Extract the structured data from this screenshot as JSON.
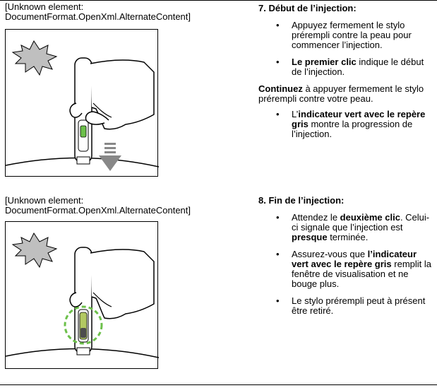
{
  "row1": {
    "unknown_text": "[Unknown element:\nDocumentFormat.OpenXml.AlternateContent]",
    "title": "7. Début de l’injection:",
    "bullets_a": [
      {
        "parts": [
          "Appuyez fermement le stylo prérempli contre la peau pour commencer l’injection."
        ],
        "bold": []
      },
      {
        "parts": [
          "Le premier clic",
          " indique le début de l’injection."
        ],
        "bold": [
          0
        ]
      }
    ],
    "paragraph": {
      "bold": "Continuez",
      "rest": " à appuyer fermement le stylo prérempli contre votre peau."
    },
    "bullets_b": [
      {
        "parts": [
          "L’",
          "indicateur vert avec le repère gris",
          " montre la progression de l’injection."
        ],
        "bold": [
          1
        ]
      }
    ]
  },
  "row2": {
    "unknown_text": "[Unknown element:\nDocumentFormat.OpenXml.AlternateContent]",
    "title": "8. Fin de l’injection:",
    "bullets": [
      {
        "parts": [
          "Attendez le ",
          "deuxième clic",
          ". Celui-ci signale que l’injection est ",
          "presque",
          " terminée."
        ],
        "bold": [
          1,
          3
        ]
      },
      {
        "parts": [
          "Assurez-vous que ",
          "l’indicateur vert avec le repère gris",
          " remplit la fenêtre de visualisation et ne bouge plus."
        ],
        "bold": [
          1
        ]
      },
      {
        "parts": [
          "Le stylo prérempli peut à présent être retiré."
        ],
        "bold": []
      }
    ]
  },
  "bullet_glyph": "•",
  "colors": {
    "indicator_green": "#6cc04a",
    "indicator_dark": "#4d4d4d",
    "arrow_gray": "#888888"
  }
}
